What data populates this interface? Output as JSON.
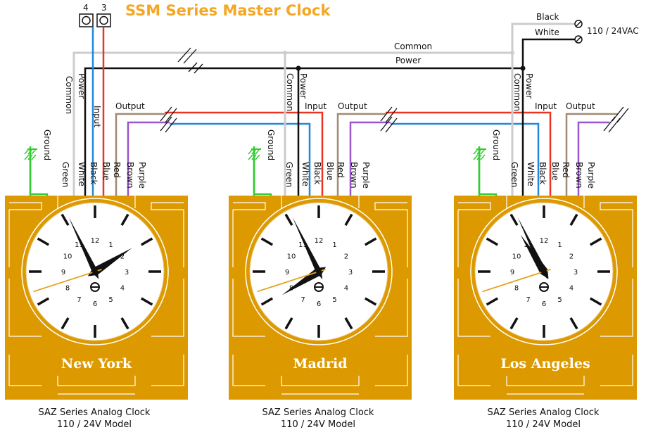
{
  "title": "SSM Series Master Clock",
  "terminals": [
    "4",
    "3"
  ],
  "power_source": {
    "wire_labels": [
      "Black",
      "White"
    ],
    "label": "110 / 24VAC"
  },
  "bus_labels": {
    "common": "Common",
    "power": "Power"
  },
  "drop_labels": {
    "common": "Common",
    "power": "Power",
    "input": "Input",
    "output": "Output"
  },
  "lead_labels": [
    "Ground",
    "Green",
    "White",
    "Black",
    "Blue",
    "Red",
    "Brown",
    "Purple"
  ],
  "wire_colors": {
    "common": "#cccccc",
    "power": "#111111",
    "input": "#ee3322",
    "output_blue": "#2288dd",
    "brown": "#a08a74",
    "purple": "#9955cc",
    "green": "#33cc33",
    "clock_body": "#dd9900"
  },
  "clock_numerals": [
    "12",
    "1",
    "2",
    "3",
    "4",
    "5",
    "6",
    "7",
    "8",
    "9",
    "10",
    "11"
  ],
  "clocks": [
    {
      "city": "New York",
      "caption_line1": "SAZ Series Analog Clock",
      "caption_line2": "110 / 24V Model",
      "time": "1:55:42"
    },
    {
      "city": "Madrid",
      "caption_line1": "SAZ Series Analog Clock",
      "caption_line2": "110 / 24V Model",
      "time": "7:55:42"
    },
    {
      "city": "Los Angeles",
      "caption_line1": "SAZ Series Analog Clock",
      "caption_line2": "110 / 24V Model",
      "time": "10:55:42"
    }
  ]
}
